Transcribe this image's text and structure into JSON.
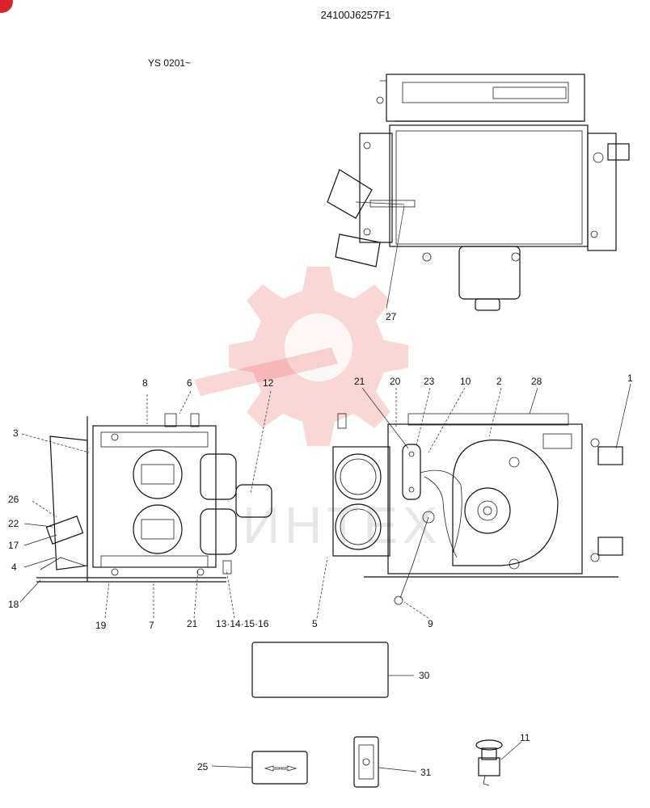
{
  "header": {
    "part_number": "24100J6257F1",
    "serial_range": "YS 0201~"
  },
  "watermark": {
    "text": "ИНТЕХ",
    "color": "#e84a4a"
  },
  "callouts": {
    "c1": "1",
    "c2": "2",
    "c3": "3",
    "c4": "4",
    "c5": "5",
    "c6": "6",
    "c7": "7",
    "c8": "8",
    "c9": "9",
    "c10": "10",
    "c11": "11",
    "c12": "12",
    "c13_16": "13·14·15·16",
    "c17": "17",
    "c18": "18",
    "c19": "19",
    "c20": "20",
    "c21a": "21",
    "c21b": "21",
    "c22": "22",
    "c23": "23",
    "c25": "25",
    "c26": "26",
    "c27": "27",
    "c28": "28",
    "c30": "30",
    "c31": "31"
  },
  "icons": {
    "corner_badge": "red-circle-badge"
  }
}
